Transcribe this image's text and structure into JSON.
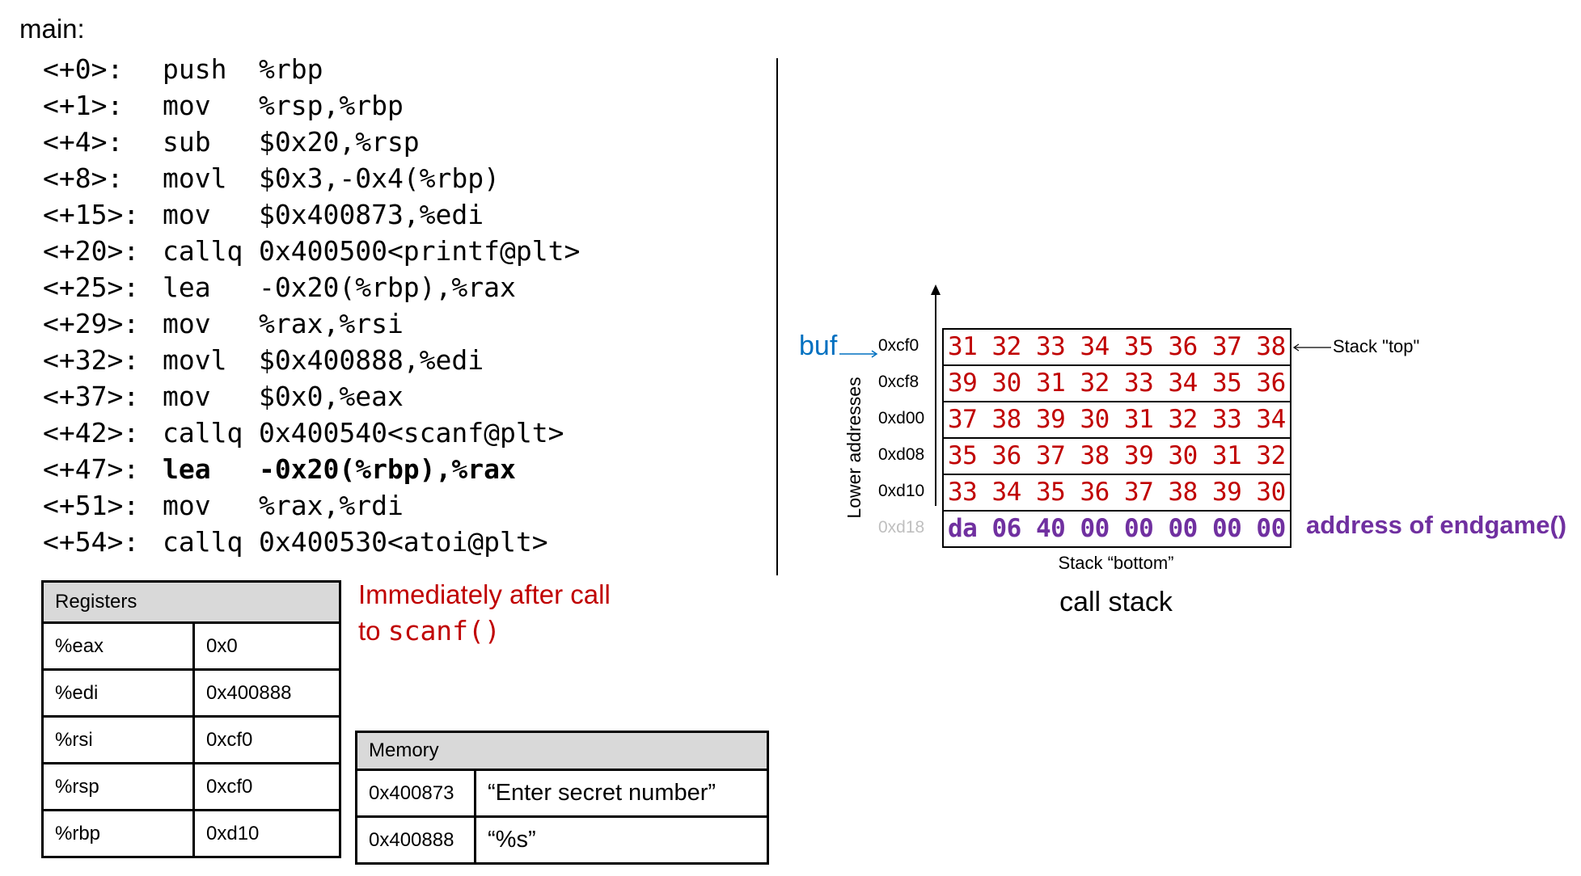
{
  "code": {
    "function_label": "main:",
    "lines": [
      {
        "offset": "<+0>: ",
        "mnemonic": "push",
        "operands": "%rbp",
        "bold": false
      },
      {
        "offset": "<+1>: ",
        "mnemonic": "mov",
        "operands": "%rsp,%rbp",
        "bold": false
      },
      {
        "offset": "<+4>: ",
        "mnemonic": "sub",
        "operands": "$0x20,%rsp",
        "bold": false
      },
      {
        "offset": "<+8>: ",
        "mnemonic": "movl",
        "operands": "$0x3,-0x4(%rbp)",
        "bold": false
      },
      {
        "offset": "<+15>:",
        "mnemonic": "mov",
        "operands": "$0x400873,%edi",
        "bold": false
      },
      {
        "offset": "<+20>:",
        "mnemonic": "callq",
        "operands": "0x400500<printf@plt>",
        "bold": false
      },
      {
        "offset": "<+25>:",
        "mnemonic": "lea",
        "operands": "-0x20(%rbp),%rax",
        "bold": false
      },
      {
        "offset": "<+29>:",
        "mnemonic": "mov",
        "operands": "%rax,%rsi",
        "bold": false
      },
      {
        "offset": "<+32>:",
        "mnemonic": "movl",
        "operands": "$0x400888,%edi",
        "bold": false
      },
      {
        "offset": "<+37>:",
        "mnemonic": "mov",
        "operands": "$0x0,%eax",
        "bold": false
      },
      {
        "offset": "<+42>:",
        "mnemonic": "callq",
        "operands": "0x400540<scanf@plt>",
        "bold": false
      },
      {
        "offset": "<+47>:",
        "mnemonic": "lea",
        "operands": "-0x20(%rbp),%rax",
        "bold": true
      },
      {
        "offset": "<+51>:",
        "mnemonic": "mov",
        "operands": "%rax,%rdi",
        "bold": false
      },
      {
        "offset": "<+54>:",
        "mnemonic": "callq",
        "operands": "0x400530<atoi@plt>",
        "bold": false
      }
    ]
  },
  "note": {
    "line1": "Immediately after call",
    "line2_prefix": "to ",
    "line2_code": "scanf()",
    "color": "#C00000"
  },
  "registers": {
    "header": "Registers",
    "rows": [
      {
        "name": "%eax",
        "value": "0x0"
      },
      {
        "name": "%edi",
        "value": "0x400888"
      },
      {
        "name": "%rsi",
        "value": "0xcf0"
      },
      {
        "name": "%rsp",
        "value": "0xcf0"
      },
      {
        "name": "%rbp",
        "value": "0xd10"
      }
    ]
  },
  "memory": {
    "header": "Memory",
    "rows": [
      {
        "address": "0x400873",
        "value": "“Enter secret number”"
      },
      {
        "address": "0x400888",
        "value": "“%s”"
      }
    ]
  },
  "call_stack": {
    "title": "call stack",
    "axis_label": "Lower addresses",
    "pointer_label": "buf",
    "top_label": "Stack \"top\"",
    "bottom_label": "Stack “bottom”",
    "return_label": "address of endgame()",
    "colors": {
      "overflow_bytes": "#C00000",
      "return_address": "#7030A0",
      "buf": "#0070C0"
    },
    "rows": [
      {
        "address": "0xcf0",
        "bytes": "31 32 33 34 35 36 37 38"
      },
      {
        "address": "0xcf8",
        "bytes": "39 30 31 32 33 34 35 36"
      },
      {
        "address": "0xd00",
        "bytes": "37 38 39 30 31 32 33 34"
      },
      {
        "address": "0xd08",
        "bytes": "35 36 37 38 39 30 31 32"
      },
      {
        "address": "0xd10",
        "bytes": "33 34 35 36 37 38 39 30"
      },
      {
        "address": "0xd18",
        "bytes": "da 06 40 00 00 00 00 00"
      }
    ]
  }
}
